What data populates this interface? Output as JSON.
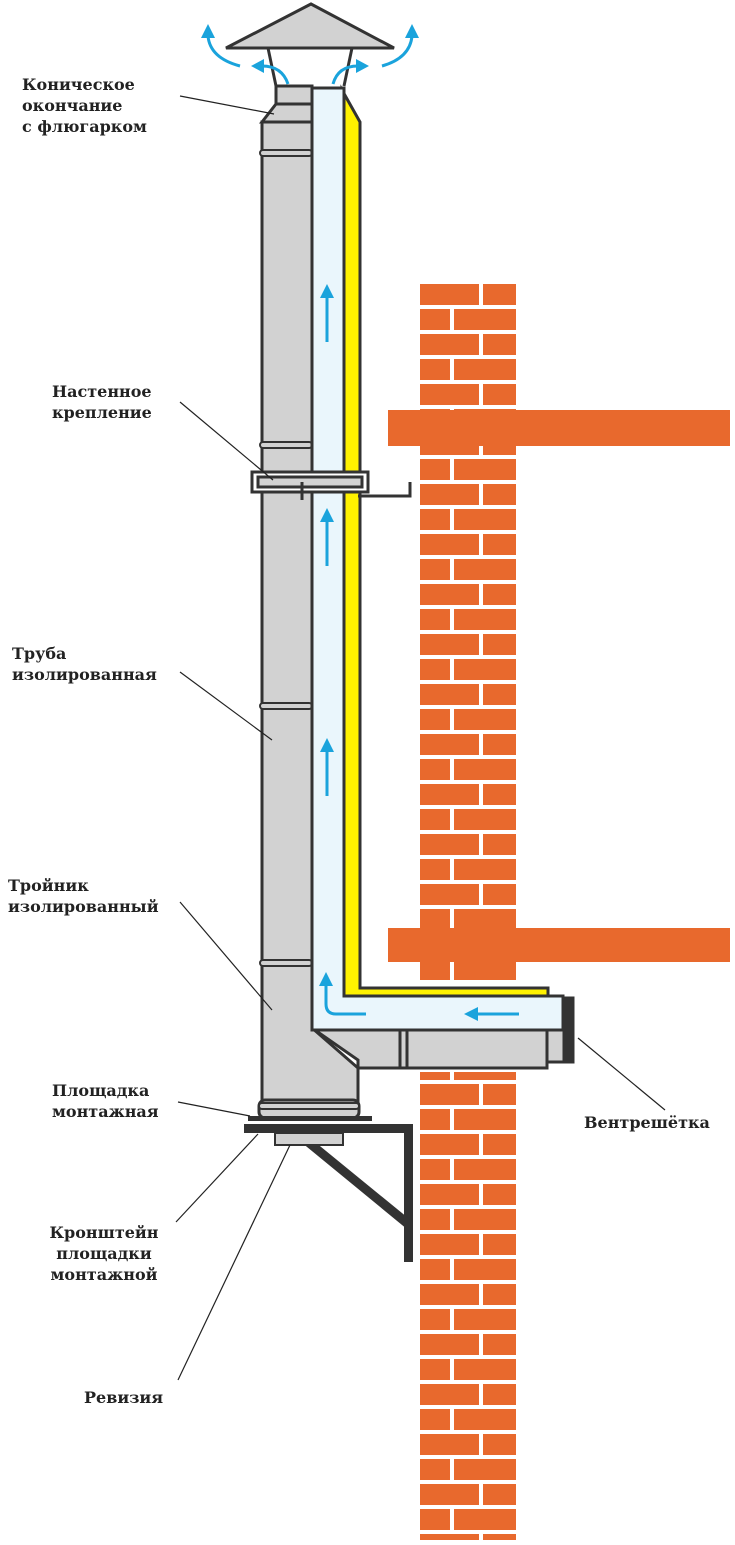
{
  "labels": {
    "cap": [
      "Коническое",
      "окончание",
      "с  флюгарком"
    ],
    "wall_mount": [
      "Настенное",
      "крепление"
    ],
    "pipe": [
      "Труба",
      "изолированная"
    ],
    "tee": [
      "Тройник",
      "изолированный"
    ],
    "platform": [
      "Площадка",
      "монтажная"
    ],
    "bracket": [
      "Кронштейн",
      "площадки",
      "монтажной"
    ],
    "revision": "Ревизия",
    "grille": "Вентрешётка"
  },
  "colors": {
    "brick": "#e8692d",
    "mortar": "#ffffff",
    "pipe_fill": "#d2d2d2",
    "pipe_stroke": "#333333",
    "flue_fill": "#eaf6fc",
    "insulation": "#fff200",
    "arrow": "#1aa3dc",
    "text": "#222222"
  },
  "icons": [
    "flow-arrow-icon"
  ]
}
